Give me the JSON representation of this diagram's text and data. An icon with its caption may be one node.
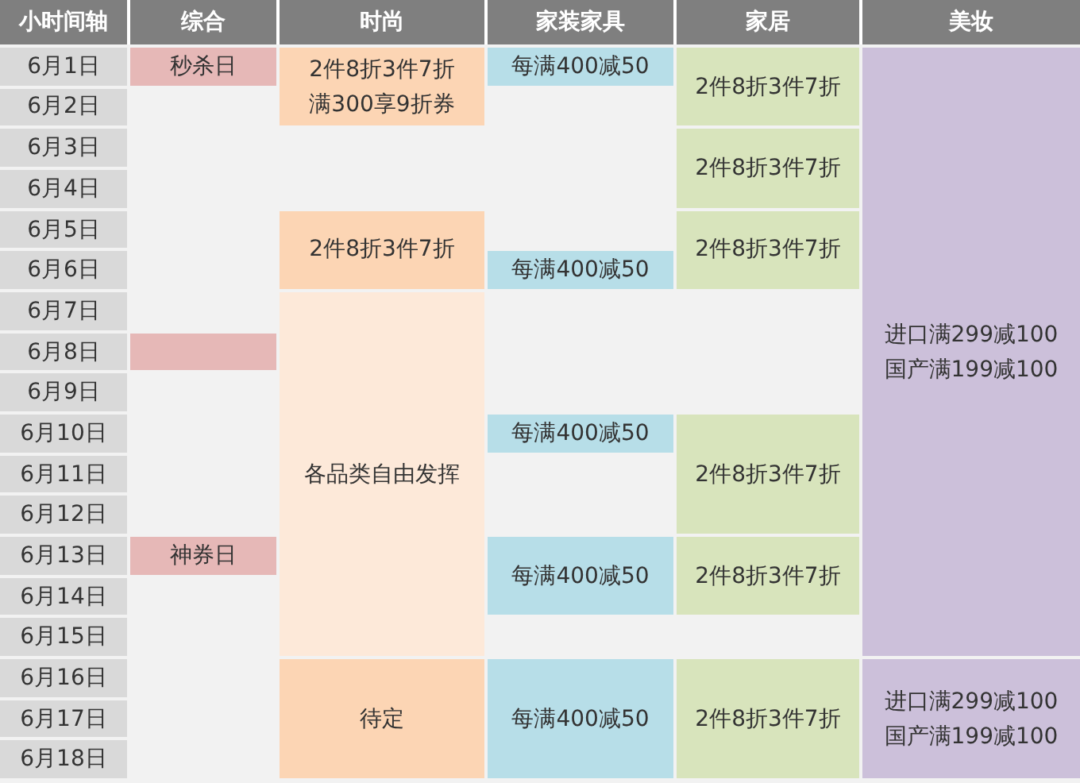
{
  "diagram": {
    "labels": [
      "小时间轴",
      "综合",
      "时尚",
      "家装家具",
      "家居",
      "美妆",
      "6月1日",
      "秒杀日",
      "2件8折3件7折",
      "每满400减50",
      "2件8折3件7折",
      "6月2日",
      "满300享9折券",
      "6月3日",
      "2件8折3件7折",
      "6月4日",
      "6月5日",
      "2件8折3件7折",
      "2件8折3件7折",
      "6月6日",
      "每满400减50",
      "6月7日",
      "6月8日",
      "进口满299减100",
      "6月9日",
      "国产满199减100",
      "6月10日",
      "每满400减50",
      "6月11日",
      "各品类自由发挥",
      "2件8折3件7折",
      "6月12日",
      "6月13日",
      "神券日",
      "每满400减50",
      "2件8折3件7折",
      "6月14日",
      "6月15日",
      "6月16日",
      "进口满299减100",
      "6月17日",
      "待定",
      "每满400减50",
      "2件8折3件7折",
      "国产满199减100",
      "6月18日"
    ]
  }
}
